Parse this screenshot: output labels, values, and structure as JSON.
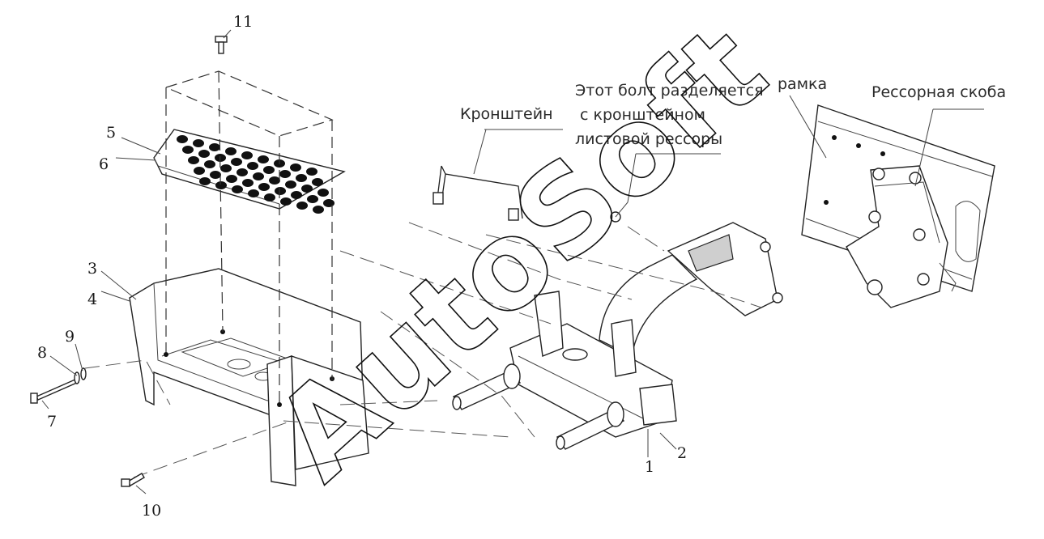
{
  "callouts": [
    "1",
    "2",
    "3",
    "4",
    "5",
    "6",
    "7",
    "8",
    "9",
    "10",
    "11"
  ],
  "labels": {
    "bracket": "Кронштейн",
    "bolt_line1": "Этот болт разделяется",
    "bolt_line2": "с кронштейном",
    "bolt_line3": "листовой рессоры",
    "frame": "рамка",
    "spring_bracket": "Рессорная скоба"
  },
  "watermark": "AutoSoft"
}
